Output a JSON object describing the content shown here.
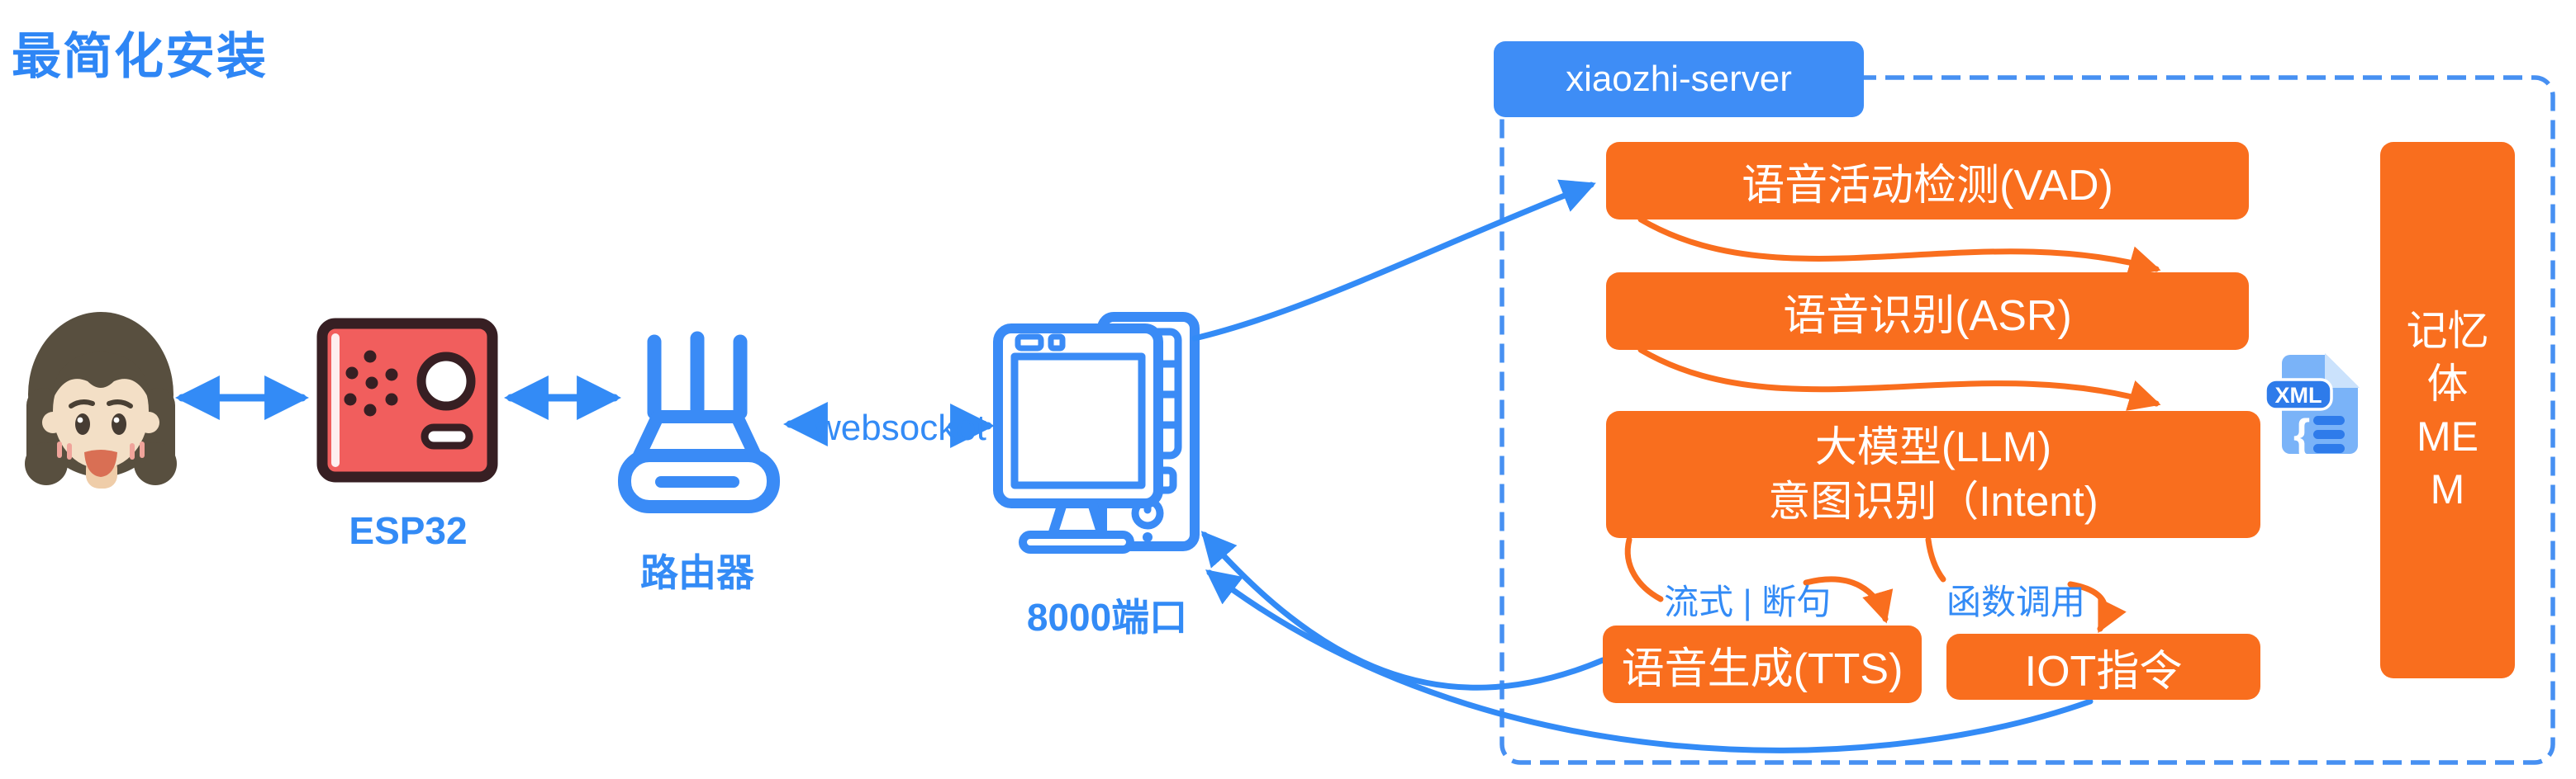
{
  "title": "最简化安装",
  "colors": {
    "accent_blue": "#338BF6",
    "tab_blue": "#3E8DF6",
    "dashed_border_blue": "#4790F2",
    "box_orange": "#F96E1E",
    "esp32_red": "#F15E5D",
    "esp32_outline": "#371F23"
  },
  "left_chain": {
    "esp32_label": "ESP32",
    "router_label": "路由器",
    "websocket_label": "websocket",
    "port_label": "8000端口"
  },
  "server": {
    "tab_label": "xiaozhi-server",
    "vad_label": "语音活动检测(VAD)",
    "asr_label": "语音识别(ASR)",
    "llm_line1": "大模型(LLM)",
    "llm_line2": "意图识别（Intent)",
    "tts_label": "语音生成(TTS)",
    "iot_label": "IOT指令",
    "stream_label": "流式 | 断句",
    "function_label": "函数调用",
    "memory_lines": [
      "记忆",
      "体",
      "ME",
      "M"
    ]
  },
  "icons": {
    "xml_badge": "XML",
    "xml_brace": "{"
  }
}
